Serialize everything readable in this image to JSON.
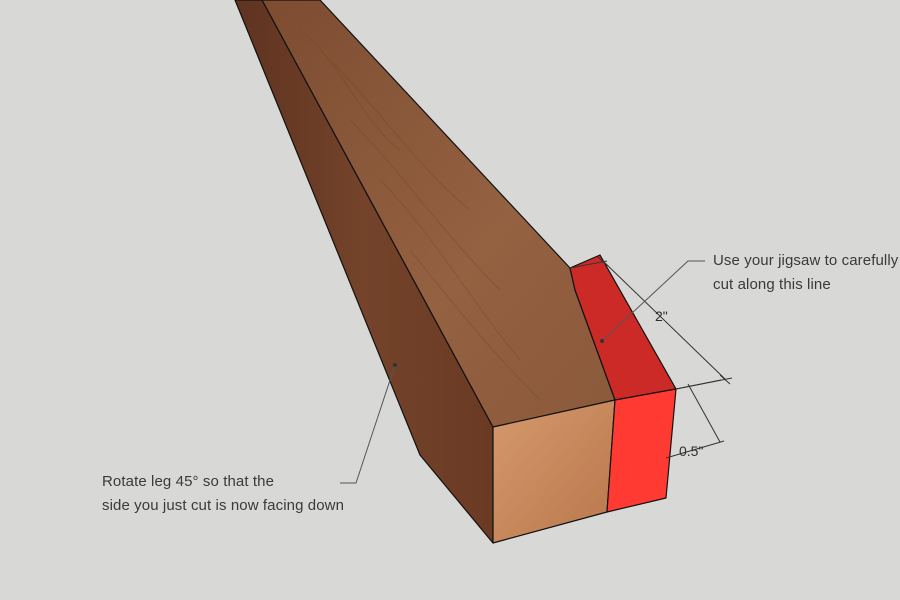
{
  "annotations": {
    "jigsaw_line1": "Use your jigsaw to carefully",
    "jigsaw_line2": "cut along this line",
    "rotate_line1": "Rotate leg 45° so that the",
    "rotate_line2": "side you just cut is now facing down"
  },
  "dimensions": {
    "width_label": "2\"",
    "depth_label": "0.5\""
  },
  "colors": {
    "background": "#d8d8d6",
    "wood_side_dark": "#6e3d25",
    "wood_top": "#8c5a3c",
    "end_grain": "#c98a5e",
    "cut_face_bright": "#ff3a33",
    "cut_face_dark": "#cc2a27",
    "leader_line": "#555555"
  }
}
